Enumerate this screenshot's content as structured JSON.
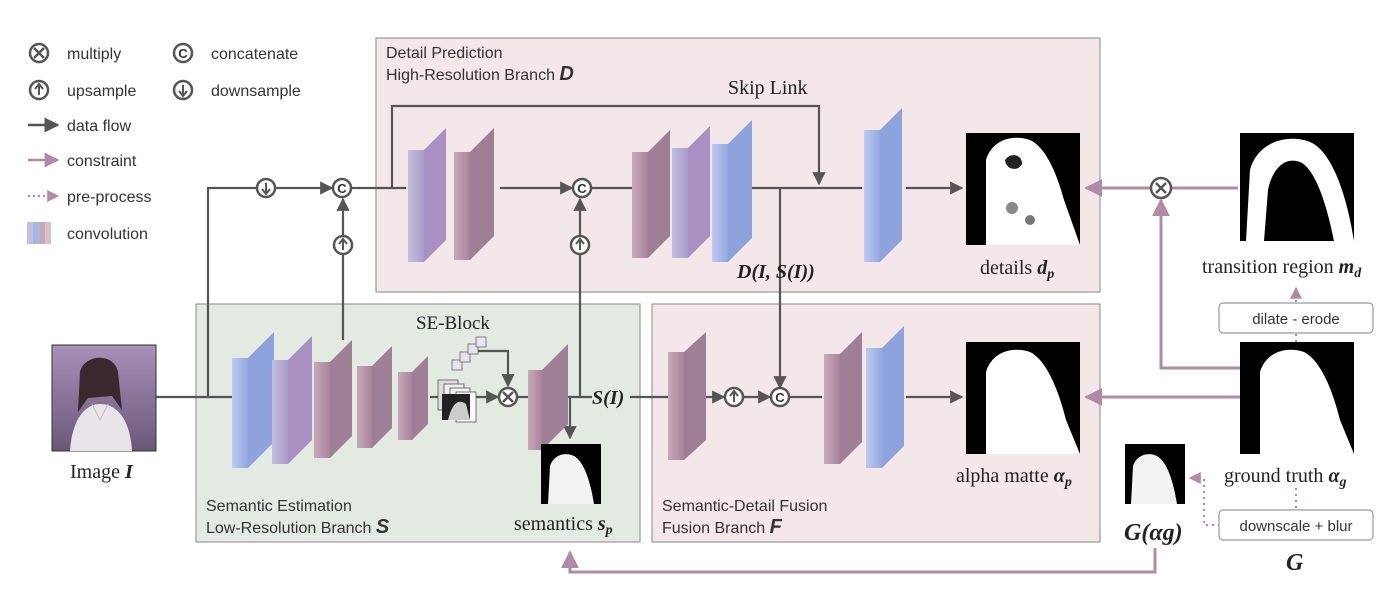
{
  "colors": {
    "panel_pink": "#f3e7ea",
    "panel_green": "#e3eae2",
    "panel_border": "#9a9a9a",
    "data_flow": "#555555",
    "constraint": "#b18aa6",
    "conv_blue": "#a6b7e6",
    "conv_mauve": "#b896aa"
  },
  "legend": {
    "multiply": "multiply",
    "concatenate": "concatenate",
    "upsample": "upsample",
    "downsample": "downsample",
    "data_flow": "data flow",
    "constraint": "constraint",
    "pre_process": "pre-process",
    "convolution": "convolution"
  },
  "symbols": {
    "multiply": "×",
    "concat": "C"
  },
  "detail_branch": {
    "title": "Detail Prediction",
    "subtitle": "High-Resolution Branch ",
    "letter": "D",
    "skip_link": "Skip Link",
    "output_label_text": "details ",
    "output_label_math": "d",
    "output_label_sub": "p",
    "feature_label": "D(I, S(I))"
  },
  "semantic_branch": {
    "title": "Semantic Estimation",
    "subtitle": "Low-Resolution Branch ",
    "letter": "S",
    "se_block": "SE-Block",
    "feature_label": "S(I)",
    "output_label_text": "semantics ",
    "output_label_math": "s",
    "output_label_sub": "p"
  },
  "fusion_branch": {
    "title": "Semantic-Detail Fusion",
    "subtitle": "Fusion Branch ",
    "letter": "F",
    "output_label_text": "alpha matte ",
    "output_label_math": "α",
    "output_label_sub": "p"
  },
  "input": {
    "label_text": "Image ",
    "label_math": "I"
  },
  "ground_truth": {
    "transition_label_text": "transition region ",
    "transition_label_math": "m",
    "transition_label_sub": "d",
    "dilate_erode": "dilate - erode",
    "gt_label_text": "ground truth ",
    "gt_label_math": "α",
    "gt_label_sub": "g",
    "downscale_blur": "downscale + blur",
    "g_label": "G",
    "g_alpha_label": "G(αg)"
  }
}
